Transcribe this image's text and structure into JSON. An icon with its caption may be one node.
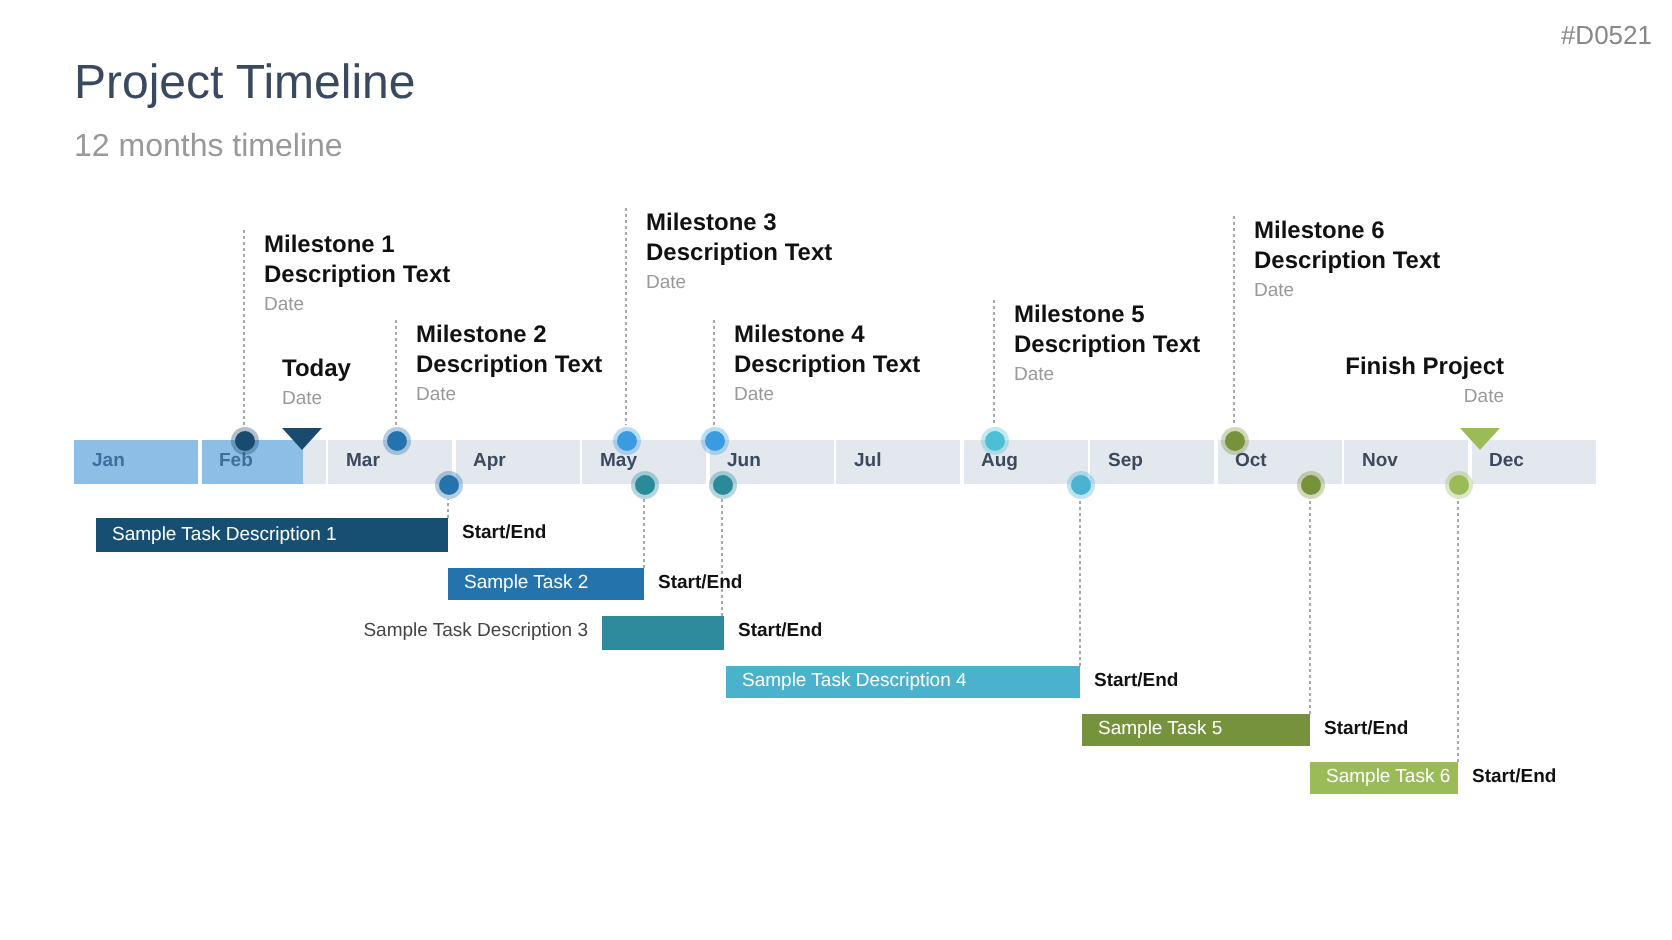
{
  "diagram": {
    "title": "Project Timeline",
    "nodes": [
      {
        "text": [
          "Milestone 1 Description Text",
          "Date"
        ]
      },
      {
        "text": [
          "Milestone 2 Description Text",
          "Date"
        ]
      },
      {
        "text": [
          "Milestone 3 Description Text",
          "Date"
        ]
      },
      {
        "text": [
          "Milestone 4 Description Text",
          "Date"
        ]
      },
      {
        "text": [
          "Milestone 5 Description Text",
          "Date"
        ]
      },
      {
        "text": [
          "Milestone 6 Description Text",
          "Date"
        ]
      },
      {
        "text": [
          "Today",
          "Date"
        ]
      },
      {
        "text": [
          "Finish Project",
          "Date"
        ]
      },
      {
        "text": [],
        "shape": "circle"
      },
      {
        "text": [],
        "shape": "circle"
      },
      {
        "text": [],
        "shape": "circle"
      },
      {
        "text": [],
        "shape": "circle"
      },
      {
        "text": [],
        "shape": "circle"
      },
      {
        "text": [],
        "shape": "circle"
      },
      {
        "text": [
          "Sample Task Description 1"
        ],
        "beside": [
          "Start/End"
        ]
      },
      {
        "text": [
          "Sample Task 2"
        ],
        "beside": [
          "Start/End"
        ]
      },
      {
        "text": [
          "Sample Task Description 3"
        ],
        "beside": [
          "Start/End"
        ]
      },
      {
        "text": [
          "Sample Task Description 4"
        ],
        "beside": [
          "Start/End"
        ]
      },
      {
        "text": [
          "Sample Task 5"
        ],
        "beside": [
          "Start/End"
        ]
      },
      {
        "text": [
          "Sample Task 6"
        ],
        "beside": [
          "Start/End"
        ]
      },
      {
        "text": [],
        "shape": "circle"
      },
      {
        "text": [],
        "shape": "circle"
      },
      {
        "text": [],
        "shape": "circle"
      },
      {
        "text": [],
        "shape": "circle"
      },
      {
        "text": [],
        "shape": "circle"
      },
      {
        "text": [],
        "shape": "circle"
      }
    ],
    "edges": [
      {
        "from": 0,
        "to": 8,
        "arrow": "none",
        "style": "dashed"
      },
      {
        "from": 1,
        "to": 9,
        "arrow": "none",
        "style": "dashed"
      },
      {
        "from": 2,
        "to": 10,
        "arrow": "none",
        "style": "dashed"
      },
      {
        "from": 3,
        "to": 11,
        "arrow": "none",
        "style": "dashed"
      },
      {
        "from": 4,
        "to": 12,
        "arrow": "none",
        "style": "dashed"
      },
      {
        "from": 5,
        "to": 13,
        "arrow": "none",
        "style": "dashed"
      },
      {
        "from": 14,
        "to": 20,
        "arrow": "none",
        "style": "dashed"
      },
      {
        "from": 15,
        "to": 21,
        "arrow": "none",
        "style": "dashed"
      },
      {
        "from": 16,
        "to": 22,
        "arrow": "none",
        "style": "dashed"
      },
      {
        "from": 17,
        "to": 23,
        "arrow": "none",
        "style": "dashed"
      },
      {
        "from": 18,
        "to": 24,
        "arrow": "none",
        "style": "dashed"
      },
      {
        "from": 19,
        "to": 25,
        "arrow": "none",
        "style": "dashed"
      }
    ],
    "labels": [
      "#D0521",
      "12 months timeline",
      "Jan",
      "Feb",
      "Mar",
      "Apr",
      "May",
      "Jun",
      "Jul",
      "Aug",
      "Sep",
      "Oct",
      "Nov",
      "Dec"
    ]
  }
}
